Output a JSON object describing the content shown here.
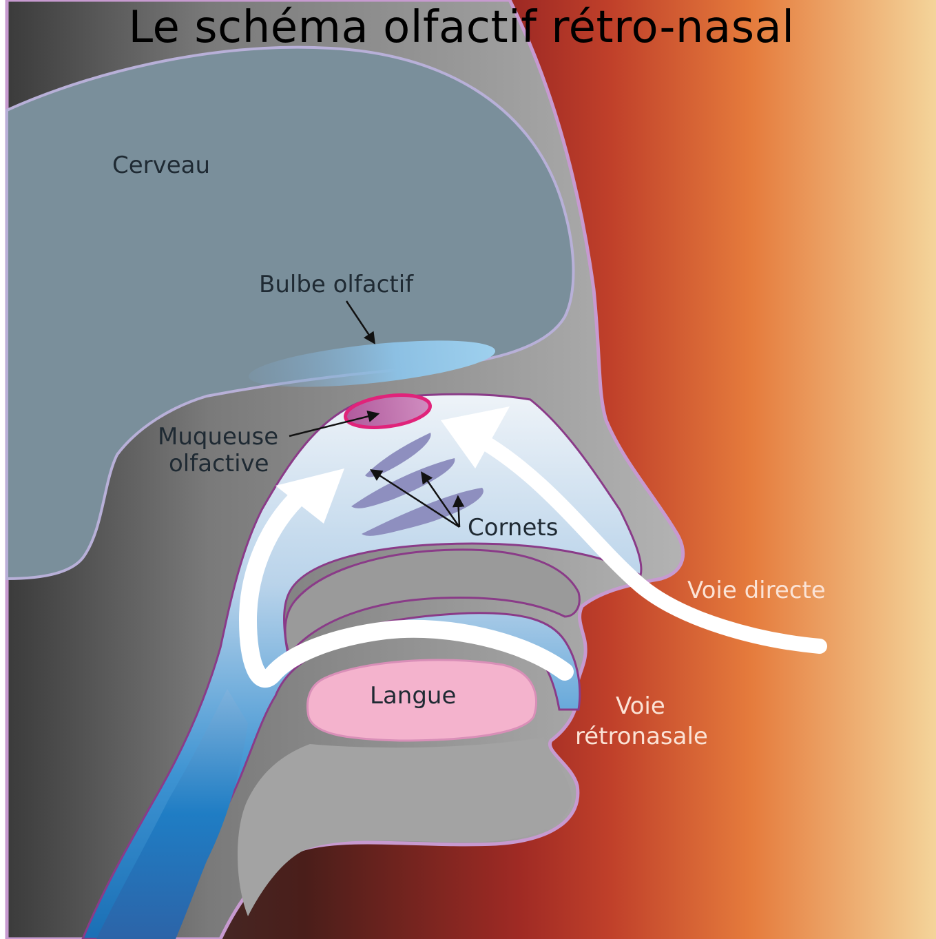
{
  "title": "Le schéma olfactif rétro-nasal",
  "labels": {
    "brain": "Cerveau",
    "olfactory_bulb": "Bulbe olfactif",
    "olfactory_mucosa_line1": "Muqueuse",
    "olfactory_mucosa_line2": "olfactive",
    "turbinates": "Cornets",
    "tongue": "Langue",
    "direct_route": "Voie directe",
    "retronasal_route_line1": "Voie",
    "retronasal_route_line2": "rétronasale"
  },
  "colors": {
    "background_left": "#3a3a3a",
    "background_red": "#b52e26",
    "background_orange": "#e57b3c",
    "background_right": "#f4d49a",
    "brain": "#7a8f9b",
    "skull": "#a9a9a9",
    "airway": "#2a86c9",
    "tongue": "#f4b3cd",
    "mucosa": "#e0237a",
    "outline": "#c79ad0"
  }
}
